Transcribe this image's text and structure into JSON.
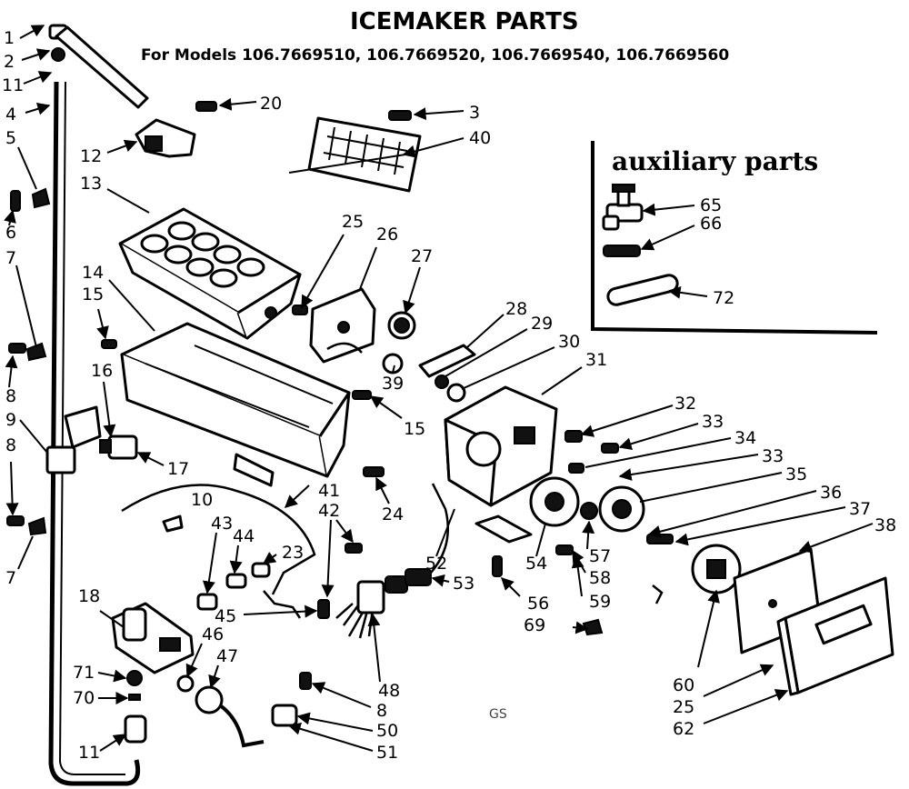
{
  "header": {
    "title": "ICEMAKER PARTS",
    "subtitle": "For Models 106.7669510, 106.7669520, 106.7669540, 106.7669560"
  },
  "auxiliary": {
    "title": "auxiliary parts"
  },
  "callouts": {
    "c1": "1",
    "c2": "2",
    "c11a": "11",
    "c4": "4",
    "c5": "5",
    "c6": "6",
    "c7a": "7",
    "c8a": "8",
    "c9": "9",
    "c8b": "8",
    "c7b": "7",
    "c12": "12",
    "c13": "13",
    "c14": "14",
    "c15a": "15",
    "c16": "16",
    "c17": "17",
    "c10": "10",
    "c18": "18",
    "c71": "71",
    "c70": "70",
    "c11b": "11",
    "c20": "20",
    "c3": "3",
    "c40": "40",
    "c25a": "25",
    "c26": "26",
    "c27": "27",
    "c28": "28",
    "c29": "29",
    "c30": "30",
    "c31": "31",
    "c39": "39",
    "c15b": "15",
    "c24": "24",
    "c41": "41",
    "c42": "42",
    "c43": "43",
    "c44": "44",
    "c23": "23",
    "c45": "45",
    "c46": "46",
    "c47": "47",
    "c48": "48",
    "c8c": "8",
    "c50": "50",
    "c51": "51",
    "c52": "52",
    "c53": "53",
    "c54": "54",
    "c56": "56",
    "c69": "69",
    "c57": "57",
    "c58": "58",
    "c59": "59",
    "c32": "32",
    "c33a": "33",
    "c34": "34",
    "c33b": "33",
    "c35": "35",
    "c36": "36",
    "c37": "37",
    "c38": "38",
    "c60": "60",
    "c25b": "25",
    "c62": "62",
    "c65": "65",
    "c66": "66",
    "c72": "72"
  },
  "footer_mark": "GS"
}
